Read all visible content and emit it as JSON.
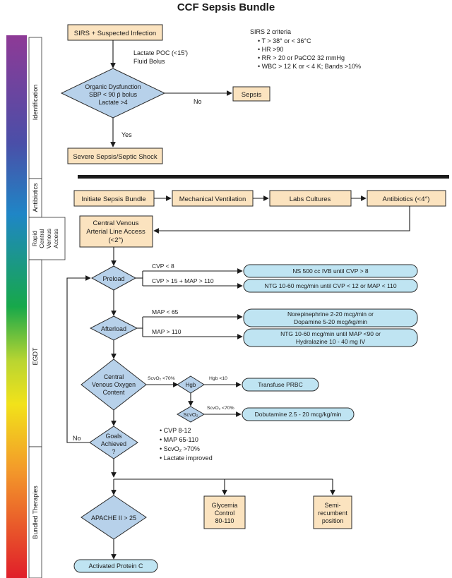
{
  "title": "CCF Sepsis Bundle",
  "colors": {
    "tan_box": "#fbe3bf",
    "blue_box": "#bfe4f2",
    "diamond": "#b7d1ea",
    "bar_black": "#1a1a1a"
  },
  "stages": [
    "Identification",
    "Antibiotics",
    "Rapid Central Venous Access",
    "EGDT",
    "Bundled Therapies"
  ],
  "stage_lines": {
    "rapid": [
      "Rapid",
      "Central",
      "Venous",
      "Access"
    ]
  },
  "nodes": {
    "sirs": "SIRS + Suspected Infection",
    "lactate_note": [
      "Lactate POC (<15')",
      "Fluid Bolus"
    ],
    "organ": [
      "Organic Dysfunction",
      "SBP < 90 p̄ bolus",
      "Lactate >4"
    ],
    "no1": "No",
    "sepsis": "Sepsis",
    "yes1": "Yes",
    "severe": "Severe Sepsis/Septic Shock",
    "initiate": "Initiate Sepsis Bundle",
    "mechvent": "Mechanical Ventilation",
    "labs": "Labs Cultures",
    "antibiotics": "Antibiotics (<4°)",
    "cva": [
      "Central Venous",
      "Arterial Line Access",
      "(<2°)"
    ],
    "preload": "Preload",
    "preload_c1": "CVP < 8",
    "preload_c2": "CVP > 15 + MAP > 110",
    "preload_a1": "NS 500 cc  IVB until CVP > 8",
    "preload_a2": "NTG 10-60 mcg/min until CVP < 12 or MAP < 110",
    "afterload": "Afterload",
    "afterload_c1": "MAP < 65",
    "afterload_c2": "MAP > 110",
    "afterload_a1": [
      "Norepinephrine 2-20 mcg/min or",
      "Dopamine 5-20 mcg/kg/min"
    ],
    "afterload_a2": [
      "NTG 10-60 mcg/min until MAP <90 or",
      "Hydralazine 10 - 40 mg IV"
    ],
    "cvo": [
      "Central",
      "Venous Oxygen",
      "Content"
    ],
    "scvo_c1": "ScvO₂ <70%",
    "hgb": "Hgb",
    "hgb_c": "Hgb <10",
    "prbc": "Transfuse PRBC",
    "scvo2": "ScvO₂",
    "scvo_c2": "ScvO₂ <70%",
    "dobutamine": "Dobutamine 2.5 - 20 mcg/kg/min",
    "goals": [
      "Goals",
      "Achieved",
      "?"
    ],
    "no2": "No",
    "goals_list": [
      "CVP 8-12",
      "MAP 65-110",
      "ScvO₂ >70%",
      "Lactate improved"
    ],
    "apache": "APACHE II > 25",
    "glycemia": [
      "Glycemia",
      "Control",
      "80-110"
    ],
    "semi": [
      "Semi-",
      "recumbent",
      "position"
    ],
    "apc": "Activated Protein C"
  },
  "sirs_criteria": {
    "heading": "SIRS 2 criteria",
    "items": [
      "T > 38° or < 36°C",
      "HR >90",
      "RR > 20 or PaCO2 32 mmHg",
      "WBC > 12 K or < 4 K; Bands >10%"
    ]
  }
}
